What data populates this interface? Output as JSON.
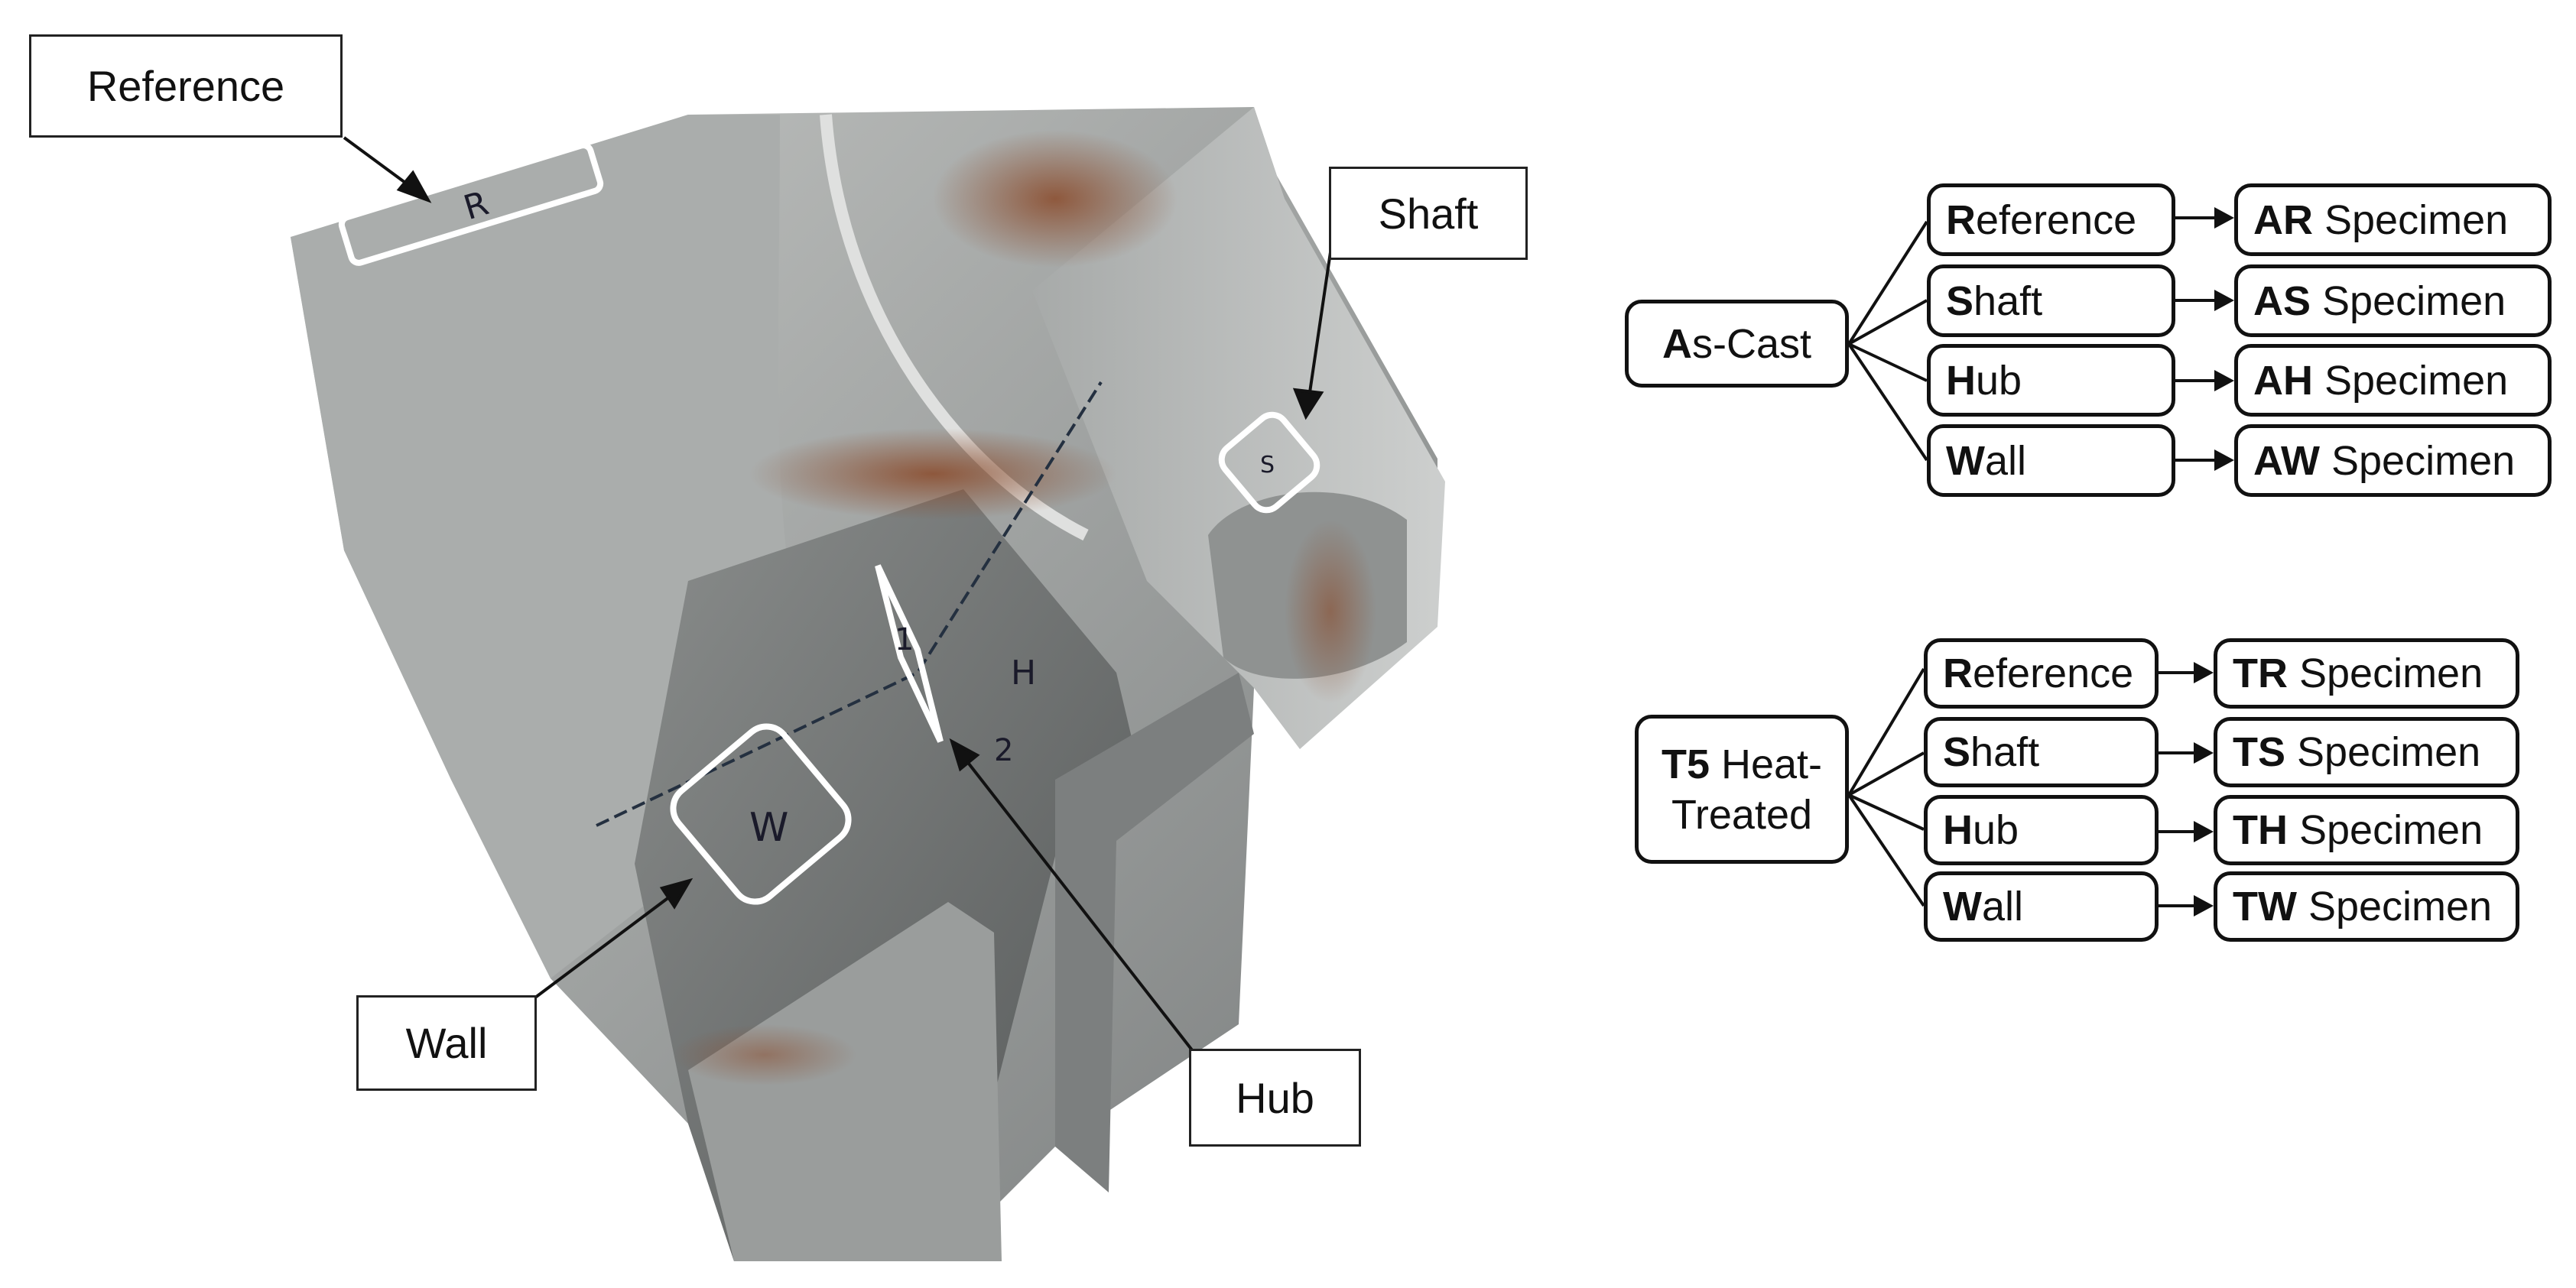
{
  "photo_callouts": {
    "reference": "Reference",
    "shaft": "Shaft",
    "wall": "Wall",
    "hub": "Hub"
  },
  "photo_markings": {
    "reference_mark": "R",
    "shaft_mark": "S",
    "hub_mark": "H",
    "wall_mark": "W",
    "number_1": "1",
    "number_2": "2"
  },
  "as_cast_tree": {
    "root": {
      "bold": "A",
      "rest": "s-Cast"
    },
    "locations": [
      {
        "bold": "R",
        "rest": "eference"
      },
      {
        "bold": "S",
        "rest": "haft"
      },
      {
        "bold": "H",
        "rest": "ub"
      },
      {
        "bold": "W",
        "rest": "all"
      }
    ],
    "specimens": [
      {
        "bold": "AR",
        "rest": " Specimen"
      },
      {
        "bold": "AS",
        "rest": " Specimen"
      },
      {
        "bold": "AH",
        "rest": " Specimen"
      },
      {
        "bold": "AW",
        "rest": " Specimen"
      }
    ]
  },
  "t5_tree": {
    "root": {
      "bold": "T5",
      "rest": " Heat-",
      "line2": "Treated"
    },
    "locations": [
      {
        "bold": "R",
        "rest": "eference"
      },
      {
        "bold": "S",
        "rest": "haft"
      },
      {
        "bold": "H",
        "rest": "ub"
      },
      {
        "bold": "W",
        "rest": "all"
      }
    ],
    "specimens": [
      {
        "bold": "TR",
        "rest": " Specimen"
      },
      {
        "bold": "TS",
        "rest": " Specimen"
      },
      {
        "bold": "TH",
        "rest": " Specimen"
      },
      {
        "bold": "TW",
        "rest": " Specimen"
      }
    ]
  },
  "colors": {
    "metal_light": "#b4b6b4",
    "metal_mid": "#8e9190",
    "metal_dark": "#5f6262",
    "rust": "#8a4a2a",
    "marker_box": "#ffffff",
    "line": "#111111"
  }
}
